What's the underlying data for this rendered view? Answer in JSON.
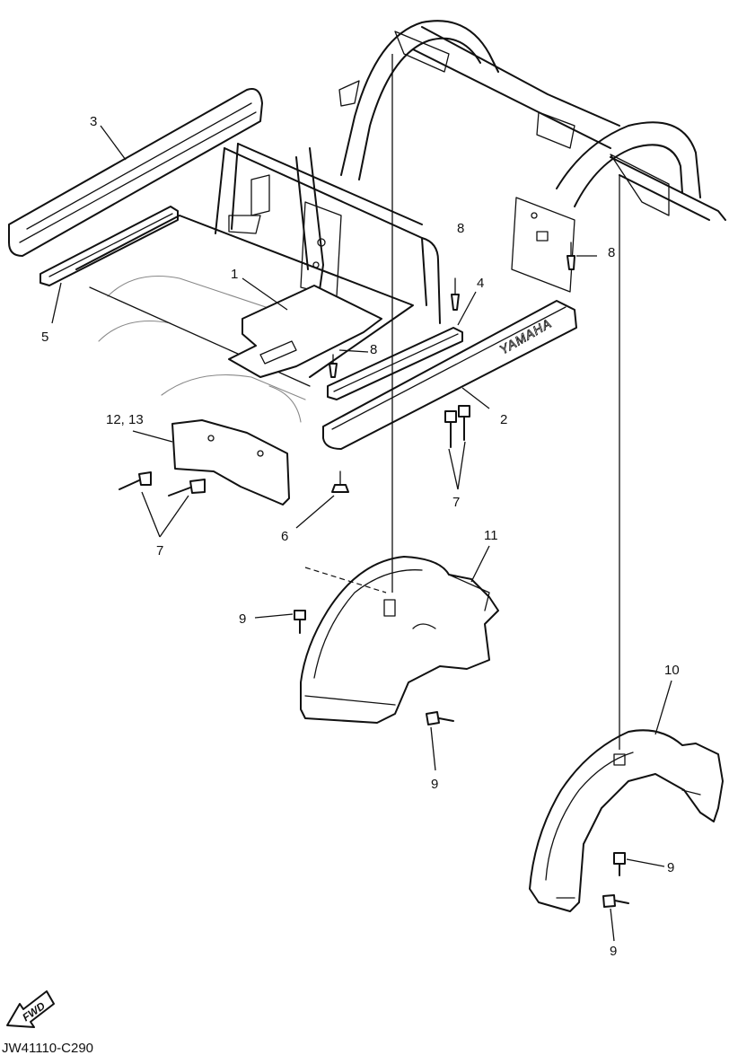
{
  "callouts": {
    "c1": "1",
    "c2": "2",
    "c3": "3",
    "c4": "4",
    "c5": "5",
    "c6": "6",
    "c7a": "7",
    "c7b": "7",
    "c8a": "8",
    "c8b": "8",
    "c8c": "8",
    "c9a": "9",
    "c9b": "9",
    "c9c": "9",
    "c9d": "9",
    "c10": "10",
    "c11": "11",
    "c1213": "12, 13"
  },
  "brand_mark": "YAMAHA",
  "fwd_label": "FWD",
  "drawing_code": "JW41110-C290",
  "colors": {
    "line": "#111111",
    "background": "#ffffff"
  }
}
